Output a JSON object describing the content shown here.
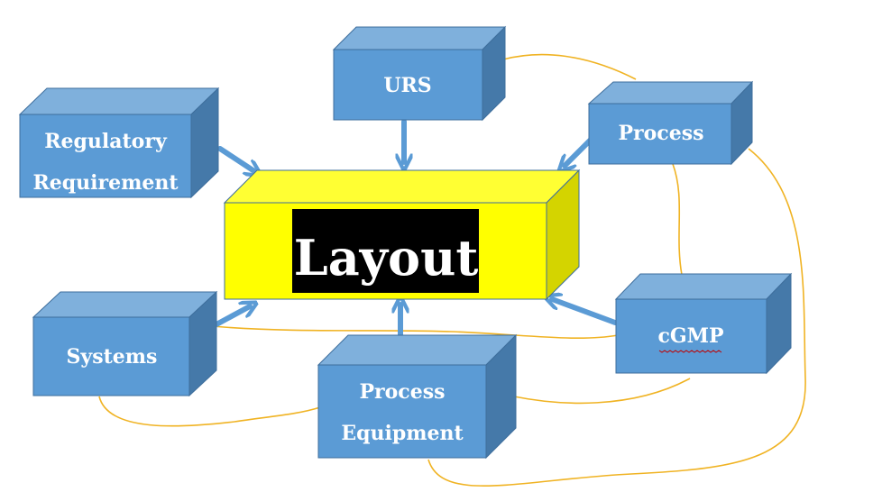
{
  "diagram": {
    "center": {
      "label": "Layout"
    },
    "nodes": {
      "urs": {
        "label": "URS"
      },
      "regulatory": {
        "line1": "Regulatory",
        "line2": "Requirement"
      },
      "process": {
        "label": "Process"
      },
      "cgmp": {
        "label": "cGMP"
      },
      "systems": {
        "label": "Systems"
      },
      "process_equipment": {
        "line1": "Process",
        "line2": "Equipment"
      }
    },
    "colors": {
      "box_front": "#5b9bd5",
      "box_top": "#7fb0dc",
      "box_side": "#4579a9",
      "box_border": "#3e6e9c",
      "center_front": "#ffff00",
      "center_top": "#ffff33",
      "center_side": "#d4d400",
      "label_bg": "#000000",
      "arrow": "#5b9bd5",
      "connector": "#f0b323"
    }
  }
}
